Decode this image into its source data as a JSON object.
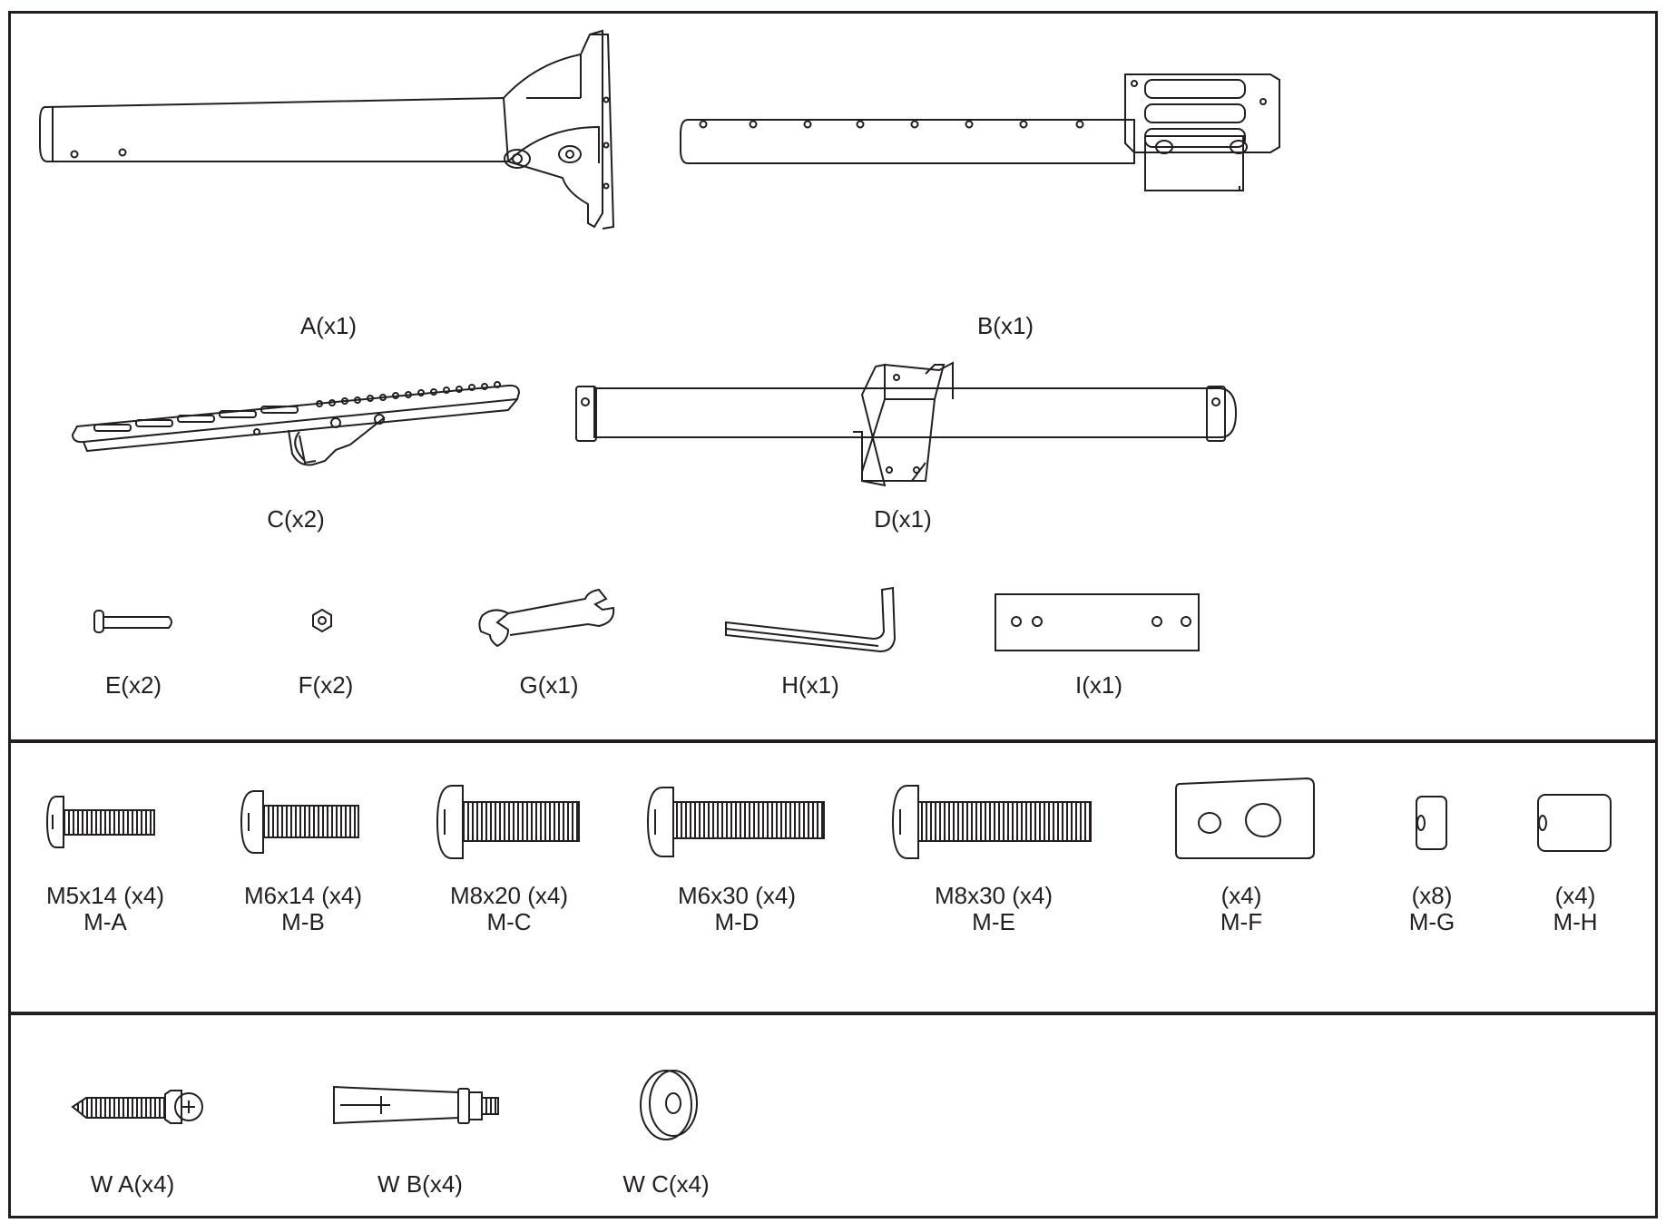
{
  "parts": {
    "A": "A(x1)",
    "B": "B(x1)",
    "C": "C(x2)",
    "D": "D(x1)",
    "E": "E(x2)",
    "F": "F(x2)",
    "G": "G(x1)",
    "H": "H(x1)",
    "I": "I(x1)"
  },
  "hardware": [
    {
      "size": "M5x14 (x4)",
      "code": "M-A"
    },
    {
      "size": "M6x14 (x4)",
      "code": "M-B"
    },
    {
      "size": "M8x20 (x4)",
      "code": "M-C"
    },
    {
      "size": "M6x30 (x4)",
      "code": "M-D"
    },
    {
      "size": "M8x30 (x4)",
      "code": "M-E"
    },
    {
      "size": "(x4)",
      "code": "M-F"
    },
    {
      "size": "(x8)",
      "code": "M-G"
    },
    {
      "size": "(x4)",
      "code": "M-H"
    }
  ],
  "wall_hardware": {
    "WA": "W A(x4)",
    "WB": "W B(x4)",
    "WC": "W C(x4)"
  }
}
